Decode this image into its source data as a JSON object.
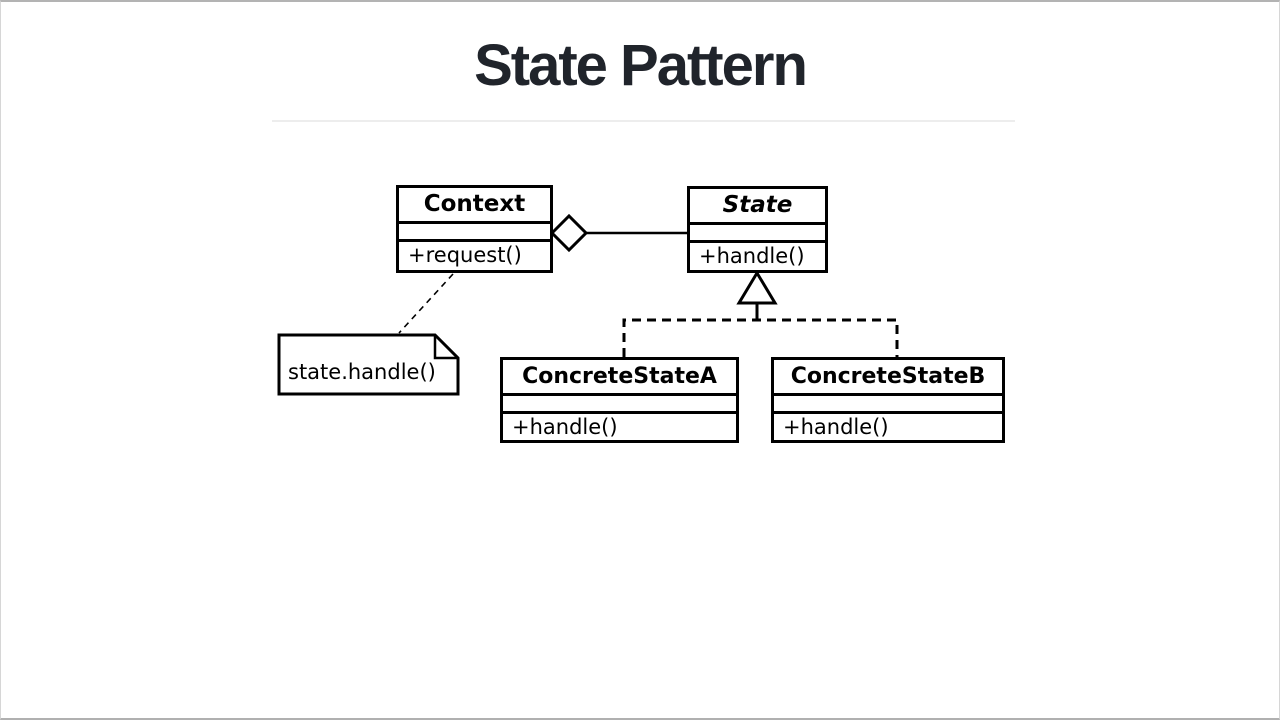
{
  "page": {
    "title": "State Pattern"
  },
  "diagram": {
    "type": "uml-class-diagram",
    "classes": [
      {
        "id": "context",
        "name": "Context",
        "abstract": false,
        "attributes": [],
        "methods": [
          "+request()"
        ]
      },
      {
        "id": "state",
        "name": "State",
        "abstract": true,
        "attributes": [],
        "methods": [
          "+handle()"
        ]
      },
      {
        "id": "concrete-state-a",
        "name": "ConcreteStateA",
        "abstract": false,
        "attributes": [],
        "methods": [
          "+handle()"
        ]
      },
      {
        "id": "concrete-state-b",
        "name": "ConcreteStateB",
        "abstract": false,
        "attributes": [],
        "methods": [
          "+handle()"
        ]
      }
    ],
    "note": {
      "text": "state.handle()",
      "attached_to": "context"
    },
    "relationships": [
      {
        "type": "aggregation",
        "from": "context",
        "to": "state"
      },
      {
        "type": "realization",
        "from": "concrete-state-a",
        "to": "state",
        "line_style": "dashed"
      },
      {
        "type": "realization",
        "from": "concrete-state-b",
        "to": "state",
        "line_style": "dashed"
      }
    ],
    "colors": {
      "line": "#000000",
      "box_fill": "#ffffff",
      "title_text": "#20242b",
      "divider": "#ededed",
      "frame": "#b3b3b3"
    }
  }
}
